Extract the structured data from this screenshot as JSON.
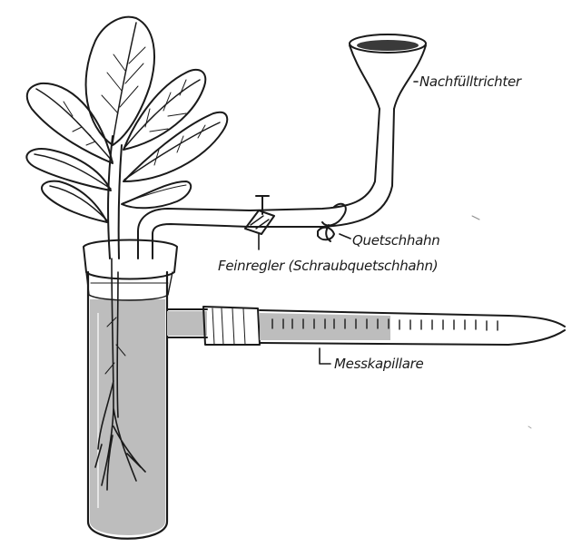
{
  "labels": {
    "funnel": "Nachfülltrichter",
    "pinch_clamp": "Quetschhahn",
    "fine_regulator": "Feinregler (Schraubquetschhahn)",
    "capillary": "Messkapillare"
  },
  "colors": {
    "ink": "#1a1a1a",
    "water_fill": "#bdbdbd",
    "background": "#ffffff",
    "leaf_fill": "#ffffff"
  },
  "icons": {
    "funnel": "funnel-icon",
    "pinch_clamp": "pinch-clamp-icon",
    "screw_clamp": "screw-clamp-icon"
  }
}
